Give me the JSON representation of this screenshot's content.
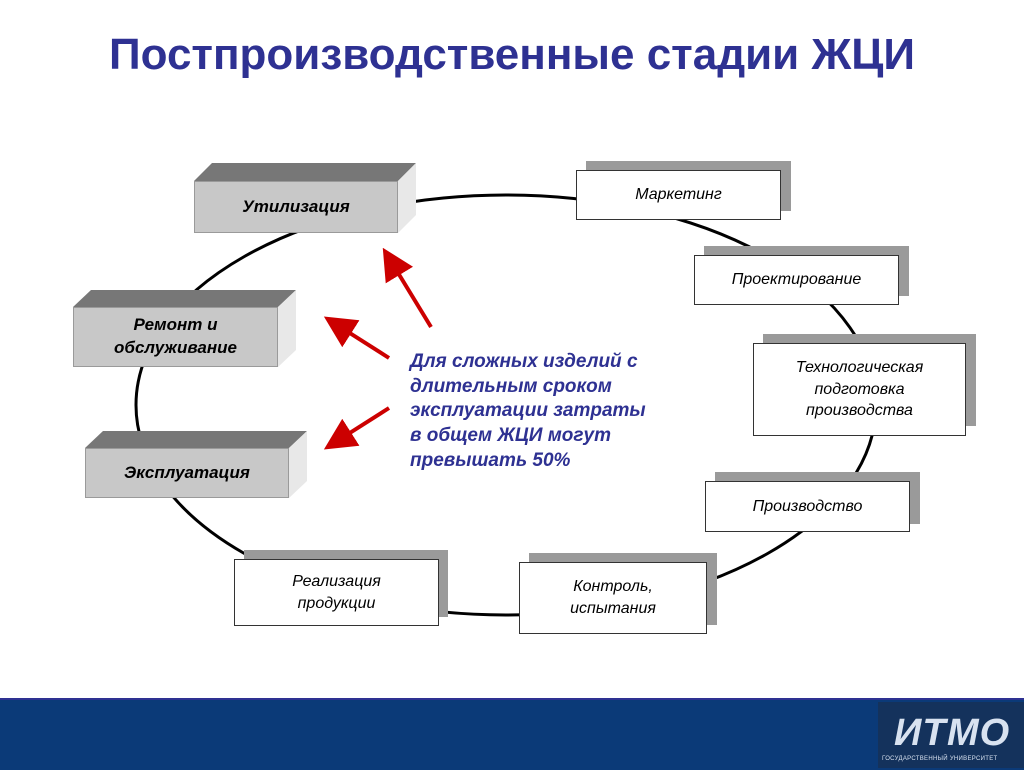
{
  "title": "Постпроизводственные стадии ЖЦИ",
  "stages_right": [
    "Маркетинг",
    "Проектирование",
    "Технологическая\nподготовка\nпроизводства",
    "Производство",
    "Контроль,\nиспытания",
    "Реализация\nпродукции"
  ],
  "stages_left": [
    "Эксплуатация",
    "Ремонт и\nобслуживание",
    "Утилизация"
  ],
  "note": "Для сложных изделий с\nдлительным сроком\nэксплуатации затраты\nв общем ЖЦИ могут\nпревышать 50%",
  "logo": {
    "text": "ИТМО",
    "subtitle": "ГОСУДАРСТВЕННЫЙ УНИВЕРСИТЕТ"
  },
  "colors": {
    "title": "#2e3192",
    "arrow": "#cc0000",
    "footer": "#0b3a78"
  }
}
